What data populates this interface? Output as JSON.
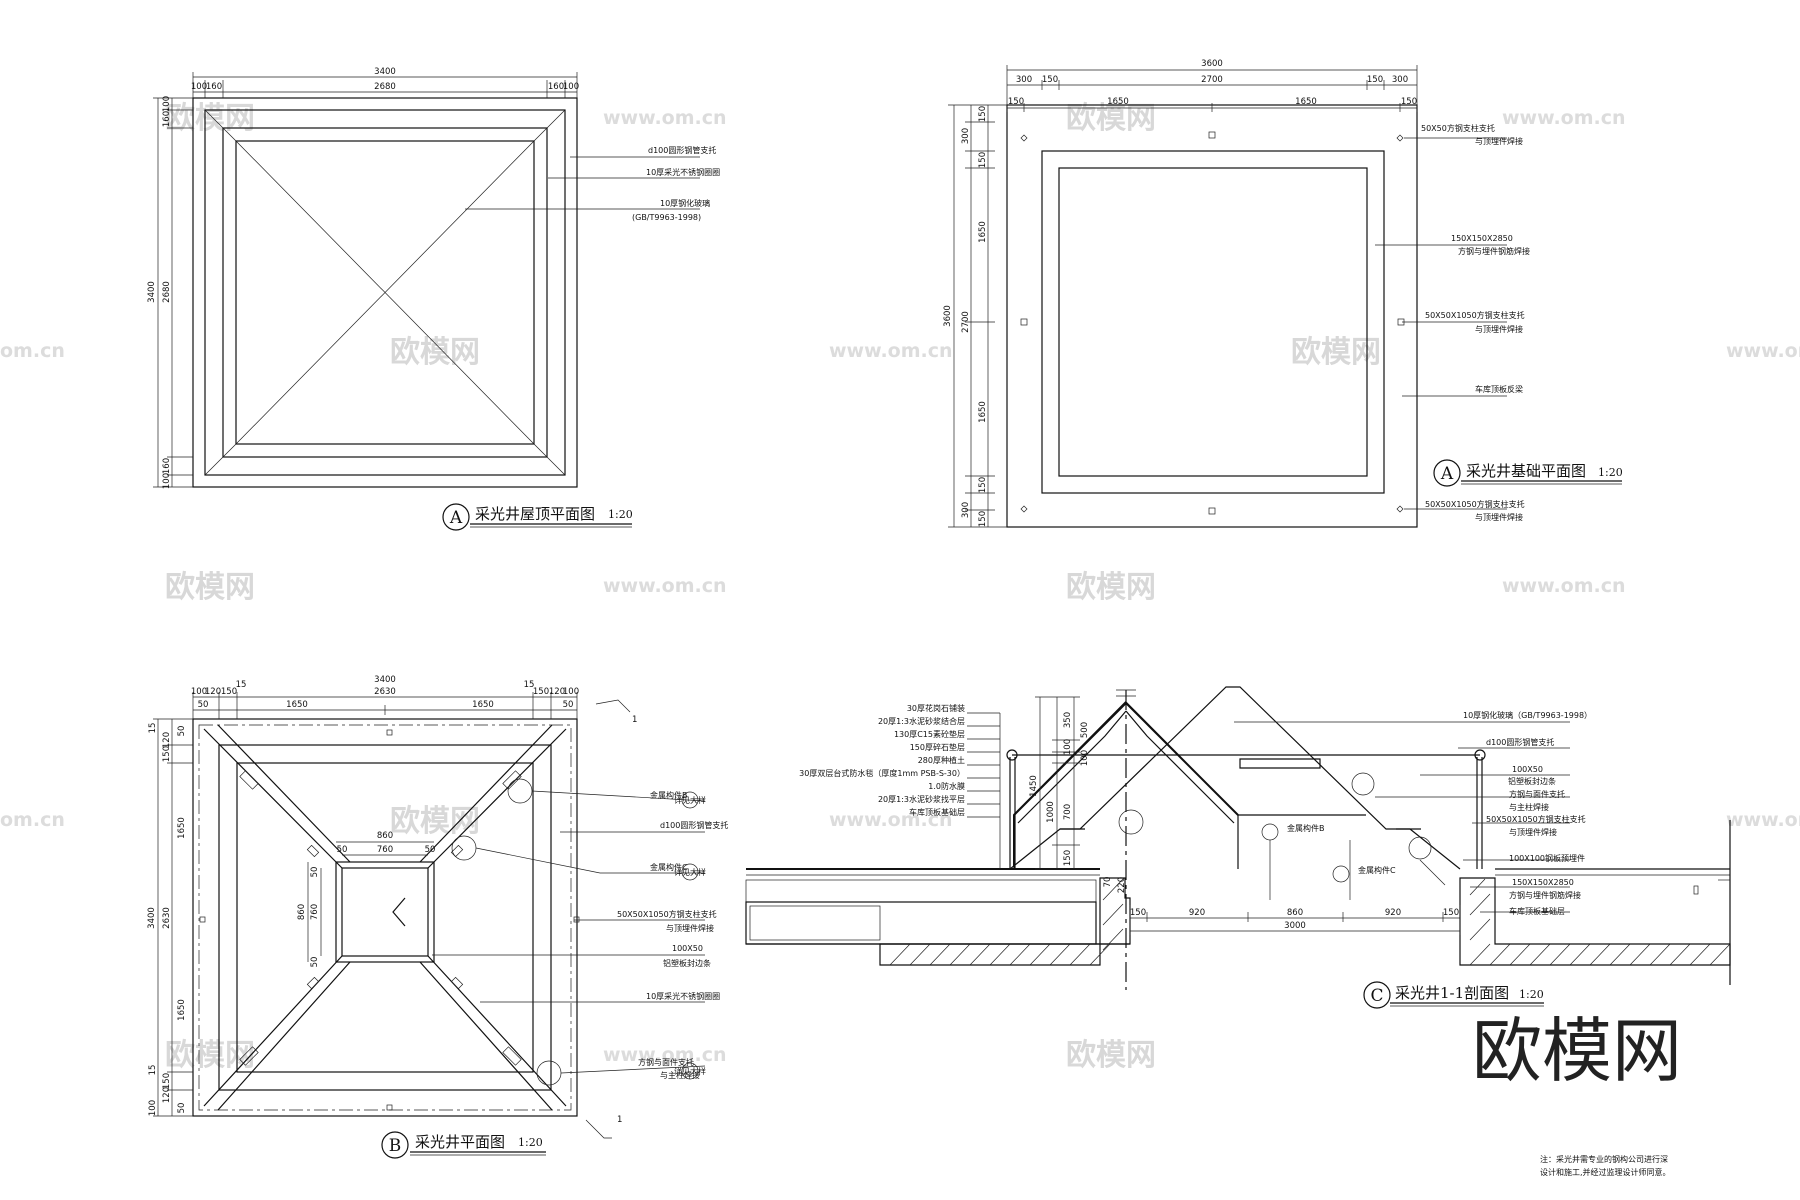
{
  "watermark": {
    "cn": "欧模网",
    "url": "www.om.cn",
    "edge": "om.cn"
  },
  "logo": "欧模网",
  "drawing_a_roof": {
    "tag": "A",
    "title": "采光井屋顶平面图",
    "scale": "1:20",
    "dims_top": [
      "3400",
      "100",
      "160",
      "2680",
      "160",
      "100"
    ],
    "dims_left": [
      "3400",
      "100",
      "160",
      "2680",
      "160",
      "100"
    ],
    "notes": [
      "d100圆形钢管支托",
      "10厚采光不锈钢圈圈",
      "10厚钢化玻璃",
      "(GB/T9963-1998)"
    ]
  },
  "drawing_a_foundation": {
    "tag": "A",
    "title": "采光井基础平面图",
    "scale": "1:20",
    "dims_top": [
      "3600",
      "300",
      "150",
      "2700",
      "150",
      "300",
      "150",
      "1650",
      "1650",
      "150"
    ],
    "dims_left": [
      "3600",
      "150",
      "300",
      "150",
      "1650",
      "2700",
      "1650",
      "150",
      "300",
      "150"
    ],
    "notes": [
      "50X50方钢支柱支托",
      "与顶埋件焊接",
      "150X150X2850",
      "方钢与埋件钢筋焊接",
      "50X50X1050方钢支柱支托",
      "与顶埋件焊接",
      "车库顶板反梁",
      "50X50X1050方钢支柱支托",
      "与顶埋件焊接"
    ]
  },
  "drawing_b_plan": {
    "tag": "B",
    "title": "采光井平面图",
    "scale": "1:20",
    "section_mark": "1",
    "dims_top": [
      "3400",
      "100",
      "120",
      "150",
      "15",
      "2630",
      "15",
      "150",
      "120",
      "100",
      "50",
      "1650",
      "1650",
      "50"
    ],
    "dims_left": [
      "3400",
      "15",
      "120",
      "150",
      "50",
      "1650",
      "2630",
      "1650",
      "15",
      "150",
      "120",
      "100",
      "50"
    ],
    "dims_inner": [
      "860",
      "760",
      "50",
      "50",
      "50",
      "50",
      "860",
      "760"
    ],
    "notes": [
      "金属构件B",
      "d100圆形钢管支托",
      "金属构件C",
      "50X50X1050方钢支柱支托",
      "与顶埋件焊接",
      "100X50",
      "铝塑板封边条",
      "10厚采光不锈钢圈圈",
      "方钢与面件支托",
      "与主柱焊接"
    ],
    "callout": "详见大样"
  },
  "drawing_c_section": {
    "tag": "C",
    "title": "采光井1-1剖面图",
    "scale": "1:20",
    "layers": [
      "30厚花岗石铺装",
      "20厚1:3水泥砂浆结合层",
      "130厚C15素砼垫层",
      "150厚碎石垫层",
      "280厚种植土",
      "30厚双层台式防水毯（厚度1mm PSB-S-30）",
      "1.0防水膜",
      "20厚1:3水泥砂浆找平层",
      "车库顶板基础层"
    ],
    "dims_left": [
      "350",
      "500",
      "100",
      "100",
      "1450",
      "1000",
      "700",
      "150",
      "70",
      "220"
    ],
    "dims_bottom": [
      "150",
      "920",
      "860",
      "920",
      "150",
      "3000"
    ],
    "notes": [
      "10厚钢化玻璃（GB/T9963-1998）",
      "d100圆形钢管支托",
      "100X50",
      "铝塑板封边条",
      "方钢与面件支托",
      "与主柱焊接",
      "50X50X1050方钢支柱支托",
      "与顶埋件焊接",
      "100X100钢板预埋件",
      "150X150X2850",
      "方钢与埋件钢筋焊接",
      "车库顶板基础层",
      "金属构件B",
      "金属构件C"
    ]
  },
  "footnote": [
    "注：采光井需专业的钢构公司进行深",
    "设计和施工,并经过监理设计师同意。"
  ]
}
